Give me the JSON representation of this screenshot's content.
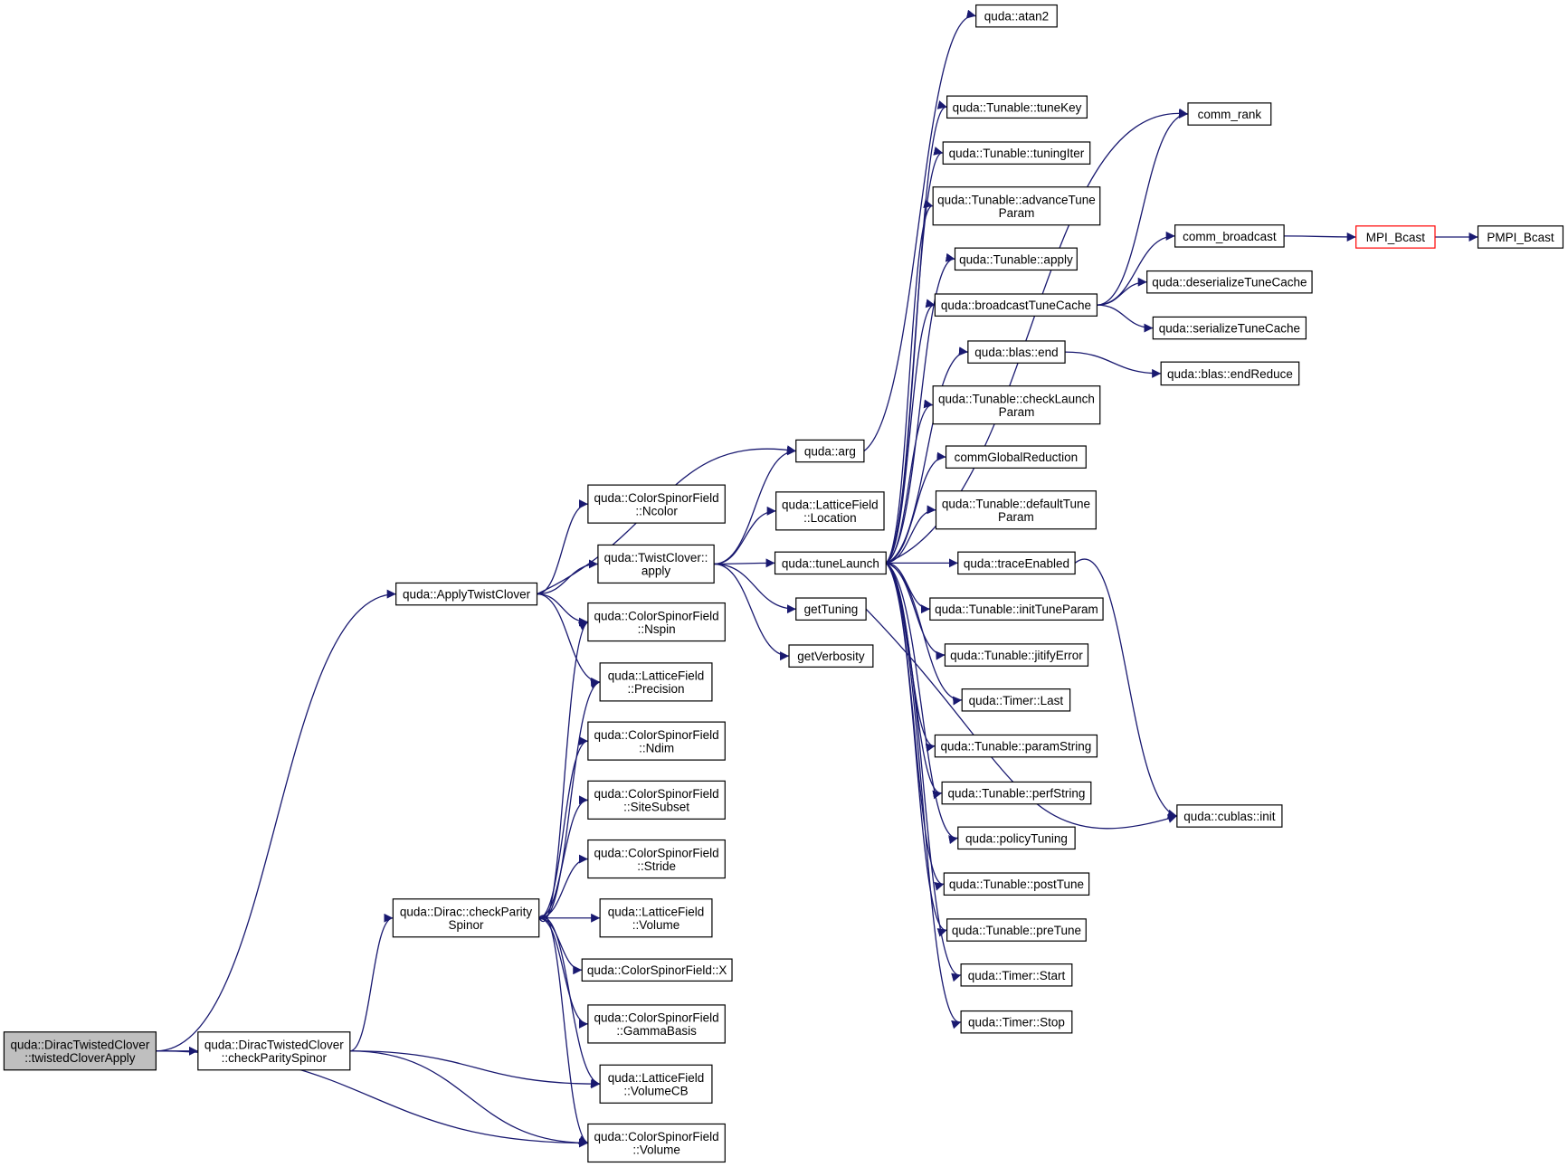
{
  "nodes": [
    {
      "id": "root",
      "lines": [
        "quda::DiracTwistedClover",
        "::twistedCloverApply"
      ]
    },
    {
      "id": "dtc_cps",
      "lines": [
        "quda::DiracTwistedClover",
        "::checkParitySpinor"
      ]
    },
    {
      "id": "atc",
      "lines": [
        "quda::ApplyTwistClover"
      ]
    },
    {
      "id": "dcps",
      "lines": [
        "quda::Dirac::checkParity",
        "Spinor"
      ]
    },
    {
      "id": "ncolor",
      "lines": [
        "quda::ColorSpinorField",
        "::Ncolor"
      ]
    },
    {
      "id": "tcapply",
      "lines": [
        "quda::TwistClover::",
        "apply"
      ]
    },
    {
      "id": "nspin",
      "lines": [
        "quda::ColorSpinorField",
        "::Nspin"
      ]
    },
    {
      "id": "precision",
      "lines": [
        "quda::LatticeField",
        "::Precision"
      ]
    },
    {
      "id": "ndim",
      "lines": [
        "quda::ColorSpinorField",
        "::Ndim"
      ]
    },
    {
      "id": "sitesubset",
      "lines": [
        "quda::ColorSpinorField",
        "::SiteSubset"
      ]
    },
    {
      "id": "stride",
      "lines": [
        "quda::ColorSpinorField",
        "::Stride"
      ]
    },
    {
      "id": "lfvolume",
      "lines": [
        "quda::LatticeField",
        "::Volume"
      ]
    },
    {
      "id": "csfx",
      "lines": [
        "quda::ColorSpinorField::X"
      ]
    },
    {
      "id": "gammabasis",
      "lines": [
        "quda::ColorSpinorField",
        "::GammaBasis"
      ]
    },
    {
      "id": "volumecb",
      "lines": [
        "quda::LatticeField",
        "::VolumeCB"
      ]
    },
    {
      "id": "csfvolume",
      "lines": [
        "quda::ColorSpinorField",
        "::Volume"
      ]
    },
    {
      "id": "arg",
      "lines": [
        "quda::arg"
      ]
    },
    {
      "id": "location",
      "lines": [
        "quda::LatticeField",
        "::Location"
      ]
    },
    {
      "id": "tunelaunch",
      "lines": [
        "quda::tuneLaunch"
      ]
    },
    {
      "id": "gettuning",
      "lines": [
        "getTuning"
      ]
    },
    {
      "id": "getverbosity",
      "lines": [
        "getVerbosity"
      ]
    },
    {
      "id": "atan2",
      "lines": [
        "quda::atan2"
      ]
    },
    {
      "id": "tunekey",
      "lines": [
        "quda::Tunable::tuneKey"
      ]
    },
    {
      "id": "tuningiter",
      "lines": [
        "quda::Tunable::tuningIter"
      ]
    },
    {
      "id": "advtune",
      "lines": [
        "quda::Tunable::advanceTune",
        "Param"
      ]
    },
    {
      "id": "tapply",
      "lines": [
        "quda::Tunable::apply"
      ]
    },
    {
      "id": "btc",
      "lines": [
        "quda::broadcastTuneCache"
      ]
    },
    {
      "id": "blasend",
      "lines": [
        "quda::blas::end"
      ]
    },
    {
      "id": "checklaunch",
      "lines": [
        "quda::Tunable::checkLaunch",
        "Param"
      ]
    },
    {
      "id": "cgr",
      "lines": [
        "commGlobalReduction"
      ]
    },
    {
      "id": "deftune",
      "lines": [
        "quda::Tunable::defaultTune",
        "Param"
      ]
    },
    {
      "id": "traceen",
      "lines": [
        "quda::traceEnabled"
      ]
    },
    {
      "id": "inittune",
      "lines": [
        "quda::Tunable::initTuneParam"
      ]
    },
    {
      "id": "jitify",
      "lines": [
        "quda::Tunable::jitifyError"
      ]
    },
    {
      "id": "timerlast",
      "lines": [
        "quda::Timer::Last"
      ]
    },
    {
      "id": "paramstr",
      "lines": [
        "quda::Tunable::paramString"
      ]
    },
    {
      "id": "perfstr",
      "lines": [
        "quda::Tunable::perfString"
      ]
    },
    {
      "id": "policy",
      "lines": [
        "quda::policyTuning"
      ]
    },
    {
      "id": "posttune",
      "lines": [
        "quda::Tunable::postTune"
      ]
    },
    {
      "id": "pretune",
      "lines": [
        "quda::Tunable::preTune"
      ]
    },
    {
      "id": "tstart",
      "lines": [
        "quda::Timer::Start"
      ]
    },
    {
      "id": "tstop",
      "lines": [
        "quda::Timer::Stop"
      ]
    },
    {
      "id": "commrank",
      "lines": [
        "comm_rank"
      ]
    },
    {
      "id": "commbcast",
      "lines": [
        "comm_broadcast"
      ]
    },
    {
      "id": "deser",
      "lines": [
        "quda::deserializeTuneCache"
      ]
    },
    {
      "id": "ser",
      "lines": [
        "quda::serializeTuneCache"
      ]
    },
    {
      "id": "endreduce",
      "lines": [
        "quda::blas::endReduce"
      ]
    },
    {
      "id": "cublasinit",
      "lines": [
        "quda::cublas::init"
      ]
    },
    {
      "id": "mpibcast",
      "lines": [
        "MPI_Bcast"
      ]
    },
    {
      "id": "pmpibcast",
      "lines": [
        "PMPI_Bcast"
      ]
    }
  ],
  "colors": {
    "edge": "#191970",
    "root_fill": "#bfbfbf",
    "truncated_border": "#ff0000"
  }
}
